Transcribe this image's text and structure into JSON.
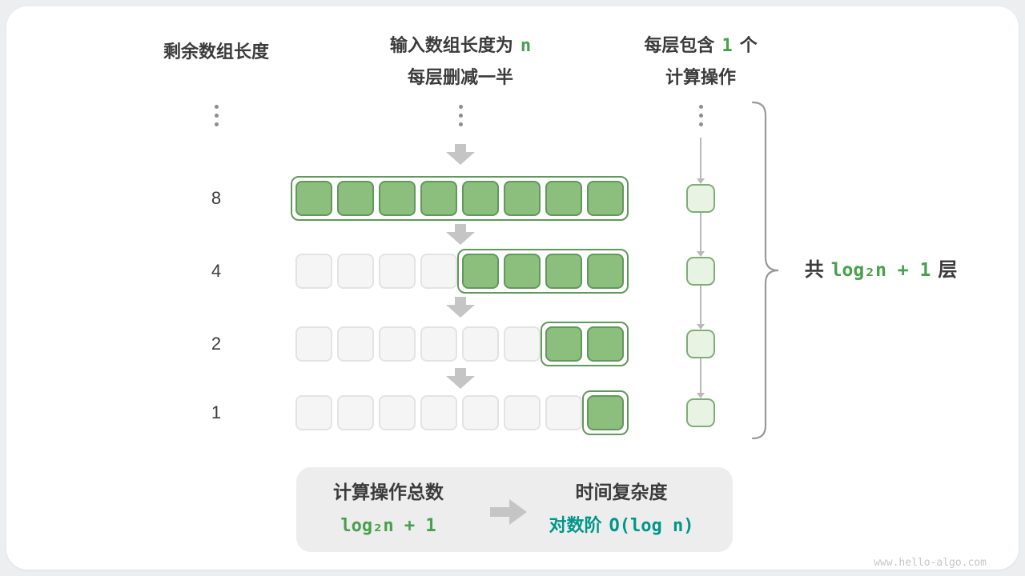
{
  "colors": {
    "green_fill": "#8CBE7D",
    "green_border": "#61985B",
    "green_code": "#47A04B",
    "teal_code": "#009688",
    "op_fill": "#E9F3E4",
    "op_border": "#7FAD75",
    "gray_cell_fill": "#F5F5F5",
    "gray_cell_border": "#E3E3E3",
    "arrow_gray": "#C5C5C5",
    "text_dark": "#3B3B3B"
  },
  "headers": {
    "left": "剩余数组长度",
    "middle_line1_prefix": "输入数组长度为",
    "middle_line1_code": "n",
    "middle_line2": "每层删减一半",
    "right_line1_prefix": "每层包含",
    "right_line1_code": "1",
    "right_line1_suffix": "个",
    "right_line2": "计算操作"
  },
  "rows": [
    {
      "label": "8",
      "total_cells": 8,
      "active_cells": 8
    },
    {
      "label": "4",
      "total_cells": 8,
      "active_cells": 4
    },
    {
      "label": "2",
      "total_cells": 8,
      "active_cells": 2
    },
    {
      "label": "1",
      "total_cells": 8,
      "active_cells": 1
    }
  ],
  "brace": {
    "prefix": "共",
    "code": "log₂n + 1",
    "suffix": "层"
  },
  "summary": {
    "left_title": "计算操作总数",
    "left_code": "log₂n + 1",
    "right_title": "时间复杂度",
    "right_label": "对数阶",
    "right_code": "O(log n)"
  },
  "watermark": "www.hello-algo.com"
}
